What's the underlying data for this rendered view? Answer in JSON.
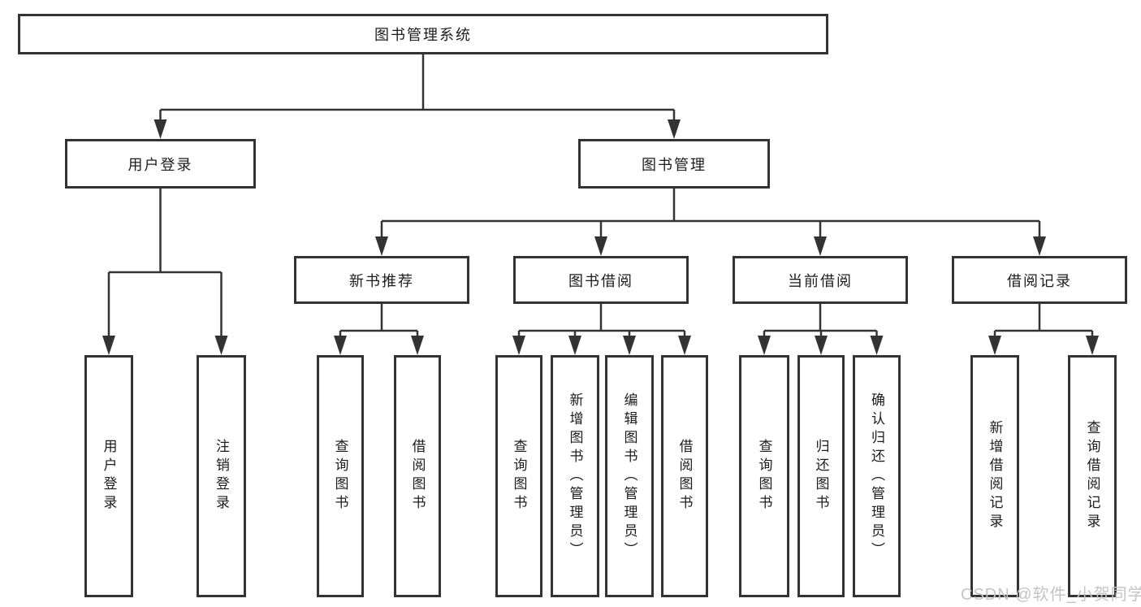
{
  "diagram_title": "图书管理系统",
  "nodes": {
    "root": "图书管理系统",
    "user_login": "用户登录",
    "book_mgmt": "图书管理",
    "new_book_rec": "新书推荐",
    "book_borrow": "图书借阅",
    "current_borrow": "当前借阅",
    "borrow_records": "借阅记录"
  },
  "leaves": [
    "用户登录",
    "注销登录",
    "查询图书",
    "借阅图书",
    "查询图书",
    "新增图书（管理员）",
    "编辑图书（管理员）",
    "借阅图书",
    "查询图书",
    "归还图书",
    "确认归还（管理员）",
    "新增借阅记录",
    "查询借阅记录"
  ],
  "hierarchy": [
    {
      "parent": "图书管理系统",
      "children": [
        "用户登录",
        "图书管理"
      ]
    },
    {
      "parent": "用户登录",
      "children": [
        "用户登录",
        "注销登录"
      ]
    },
    {
      "parent": "图书管理",
      "children": [
        "新书推荐",
        "图书借阅",
        "当前借阅",
        "借阅记录"
      ]
    },
    {
      "parent": "新书推荐",
      "children": [
        "查询图书",
        "借阅图书"
      ]
    },
    {
      "parent": "图书借阅",
      "children": [
        "查询图书",
        "新增图书（管理员）",
        "编辑图书（管理员）",
        "借阅图书"
      ]
    },
    {
      "parent": "当前借阅",
      "children": [
        "查询图书",
        "归还图书",
        "确认归还（管理员）"
      ]
    },
    {
      "parent": "借阅记录",
      "children": [
        "新增借阅记录",
        "查询借阅记录"
      ]
    }
  ],
  "watermark": "CSDN @软件_小贺同学",
  "colors": {
    "line": "#333333",
    "box_border": "#333333",
    "text": "#1c1c1c",
    "watermark": "#c9c2c4",
    "background": "#ffffff"
  }
}
